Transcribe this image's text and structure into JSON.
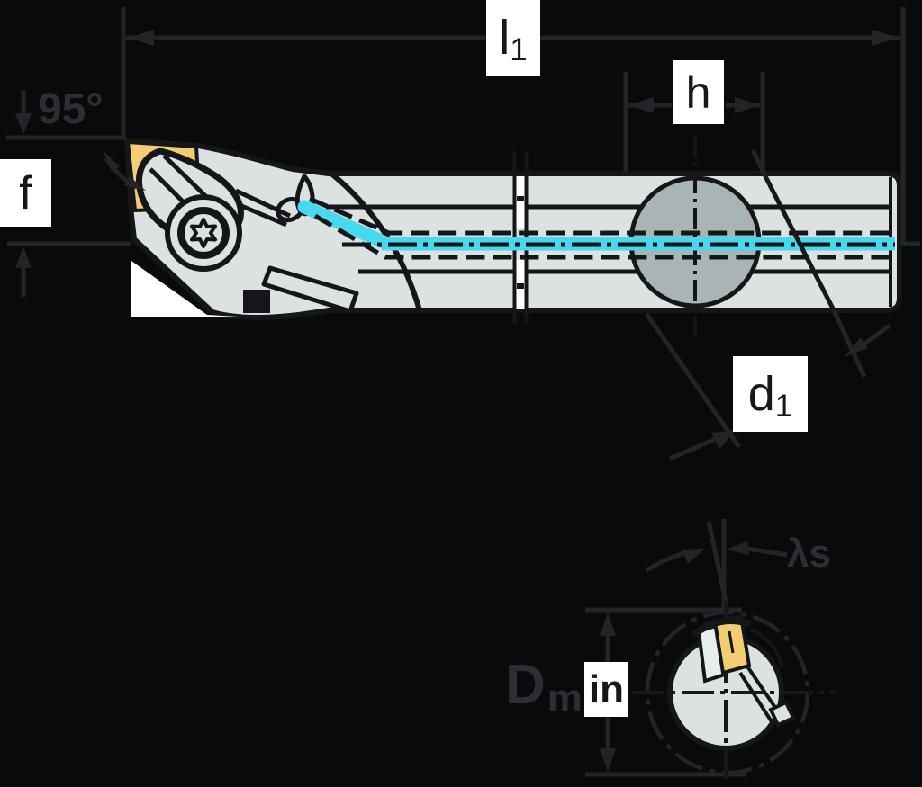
{
  "labels": {
    "overall_length": {
      "base": "l",
      "sub": "1"
    },
    "clamp_width": "h",
    "entering_angle": "95°",
    "tip_height": "f",
    "shank_diameter": {
      "base": "d",
      "sub": "1"
    },
    "min_bore_diameter": {
      "base": "D",
      "sub_left": "m",
      "sub_boxed": "in"
    },
    "inclination_angle": "λs"
  },
  "colors": {
    "background": "#090a0c",
    "body_gray": "#dce2e2",
    "shank_gray": "#a9b4b4",
    "insert_yellow": "#f4cd72",
    "coolant_cyan": "#45d8ee",
    "outline_black": "#14161a",
    "dimension_gray": "#232428",
    "label_bg": "#ffffff",
    "label_text": "#17181c"
  }
}
